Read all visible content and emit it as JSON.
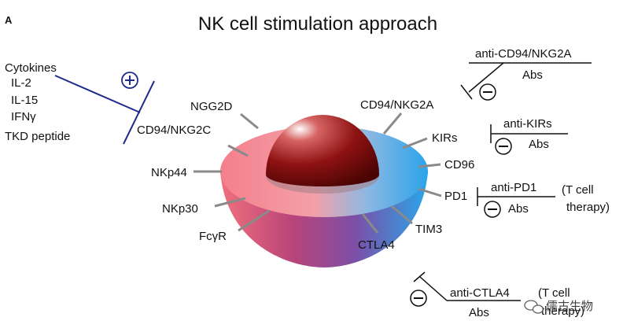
{
  "panel_label": "A",
  "title": "NK cell stimulation approach",
  "stimulation": {
    "cytokines_header": "Cytokines",
    "items": [
      "IL-2",
      "IL-15",
      "IFNγ",
      "TKD peptide"
    ],
    "plus_symbol": "+",
    "target_receptor": "CD94/NKG2C"
  },
  "cell_labels": {
    "ngg2d": "NGG2D",
    "nkp44": "NKp44",
    "nkp30": "NKp30",
    "fcgr": "FcγR",
    "cd94_nkg2a": "CD94/NKG2A",
    "kirs": "KIRs",
    "cd96": "CD96",
    "pd1": "PD1",
    "tim3": "TIM3",
    "ctla4": "CTLA4"
  },
  "inhibitors": {
    "minus_symbol": "−",
    "anti_cd94": {
      "line1": "anti-CD94/NKG2A",
      "line2": "Abs"
    },
    "anti_kirs": {
      "line1": "anti-KIRs",
      "line2": "Abs"
    },
    "anti_pd1": {
      "line1": "anti-PD1",
      "line2": "Abs",
      "note1": "(T cell",
      "note2": "therapy)"
    },
    "anti_ctla4": {
      "line1": "anti-CTLA4",
      "line2": "Abs",
      "note1": "(T cell",
      "note2": "therapy)"
    }
  },
  "watermark": "儒古生物",
  "colors": {
    "stim_line": "#1f2b8c",
    "leader_line": "#8a8a8a",
    "nucleus": "#7a0a0a",
    "cell_left": "#f08a93",
    "cell_right": "#3aa9e6"
  }
}
